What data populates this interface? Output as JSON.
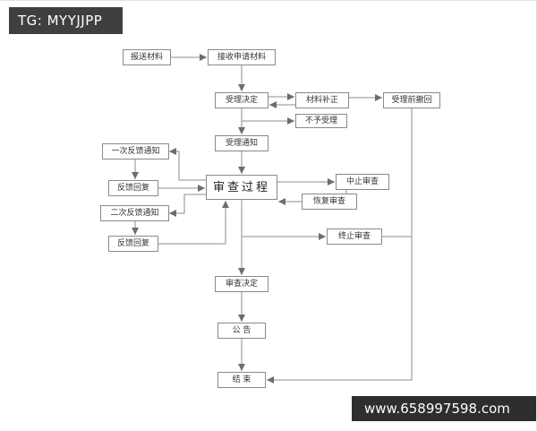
{
  "banners": {
    "top_left": "TG: MYYJJPP",
    "bottom_right": "www.658997598.com"
  },
  "flowchart": {
    "nodes": {
      "submit_materials": "报送材料",
      "receive_application": "接收申请材料",
      "acceptance_decision": "受理决定",
      "material_correction": "材料补正",
      "withdraw_before_acceptance": "受理前撤回",
      "not_accepted": "不予受理",
      "acceptance_notice": "受理通知",
      "review_process": "审查过程",
      "first_feedback_notice": "一次反馈通知",
      "feedback_reply_1": "反馈回复",
      "second_feedback_notice": "二次反馈通知",
      "feedback_reply_2": "反馈回复",
      "suspend_review": "中止审查",
      "resume_review": "恢复审查",
      "terminate_review": "终止审查",
      "review_decision": "审查决定",
      "announcement": "公 告",
      "end": "结 束"
    },
    "edges": [
      {
        "from": "submit_materials",
        "to": "receive_application"
      },
      {
        "from": "receive_application",
        "to": "acceptance_decision"
      },
      {
        "from": "acceptance_decision",
        "to": "material_correction"
      },
      {
        "from": "material_correction",
        "to": "acceptance_decision"
      },
      {
        "from": "material_correction",
        "to": "withdraw_before_acceptance"
      },
      {
        "from": "acceptance_decision",
        "to": "not_accepted"
      },
      {
        "from": "acceptance_decision",
        "to": "acceptance_notice"
      },
      {
        "from": "acceptance_notice",
        "to": "review_process"
      },
      {
        "from": "review_process",
        "to": "first_feedback_notice"
      },
      {
        "from": "first_feedback_notice",
        "to": "feedback_reply_1"
      },
      {
        "from": "feedback_reply_1",
        "to": "review_process"
      },
      {
        "from": "review_process",
        "to": "second_feedback_notice"
      },
      {
        "from": "second_feedback_notice",
        "to": "feedback_reply_2"
      },
      {
        "from": "feedback_reply_2",
        "to": "review_process"
      },
      {
        "from": "review_process",
        "to": "suspend_review"
      },
      {
        "from": "resume_review",
        "to": "review_process"
      },
      {
        "from": "review_process",
        "to": "terminate_review"
      },
      {
        "from": "review_process",
        "to": "review_decision"
      },
      {
        "from": "review_decision",
        "to": "announcement"
      },
      {
        "from": "announcement",
        "to": "end"
      },
      {
        "from": "withdraw_before_acceptance",
        "to": "end"
      },
      {
        "from": "terminate_review",
        "to": "end"
      }
    ]
  }
}
